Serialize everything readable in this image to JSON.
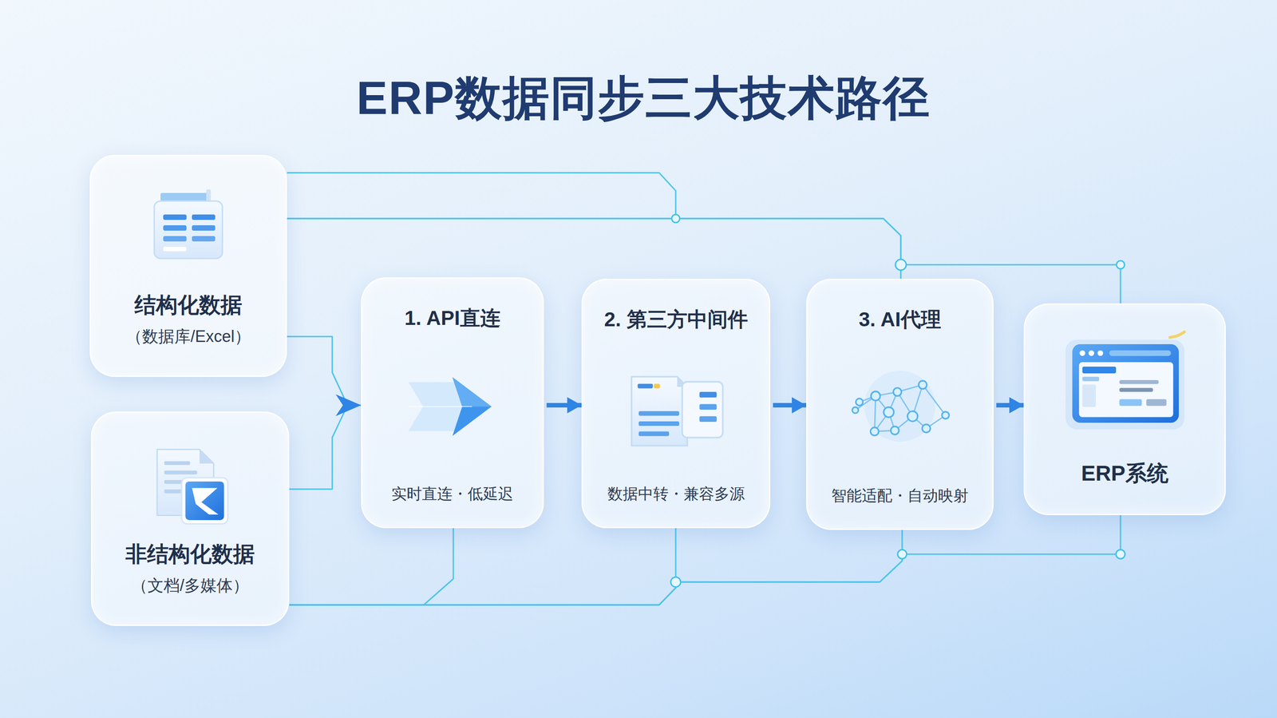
{
  "diagram": {
    "title": "ERP数据同步三大技术路径",
    "nodes": [
      {
        "text": [
          "结构化数据",
          "（数据库/Excel）"
        ]
      },
      {
        "text": [
          "非结构化数据",
          "（文档/多媒体）"
        ]
      },
      {
        "text": [
          "1. API直连",
          "实时直连・低延迟"
        ]
      },
      {
        "text": [
          "2. 第三方中间件",
          "数据中转・兼容多源"
        ]
      },
      {
        "text": [
          "3. AI代理",
          "智能适配・自动映射"
        ]
      },
      {
        "text": [
          "ERP系统"
        ]
      }
    ],
    "edges": [
      {
        "from": 0,
        "to": 2,
        "arrow": "to"
      },
      {
        "from": 1,
        "to": 2,
        "arrow": "to"
      },
      {
        "from": 2,
        "to": 3,
        "arrow": "to"
      },
      {
        "from": 3,
        "to": 4,
        "arrow": "to"
      },
      {
        "from": 4,
        "to": 5,
        "arrow": "to"
      },
      {
        "from": 0,
        "to": 4,
        "arrow": "none"
      },
      {
        "from": 0,
        "to": 5,
        "arrow": "none"
      },
      {
        "from": 1,
        "to": 2,
        "arrow": "none"
      },
      {
        "from": 1,
        "to": 3,
        "arrow": "none"
      },
      {
        "from": 1,
        "to": 4,
        "arrow": "none"
      },
      {
        "from": 1,
        "to": 5,
        "arrow": "none"
      }
    ]
  }
}
